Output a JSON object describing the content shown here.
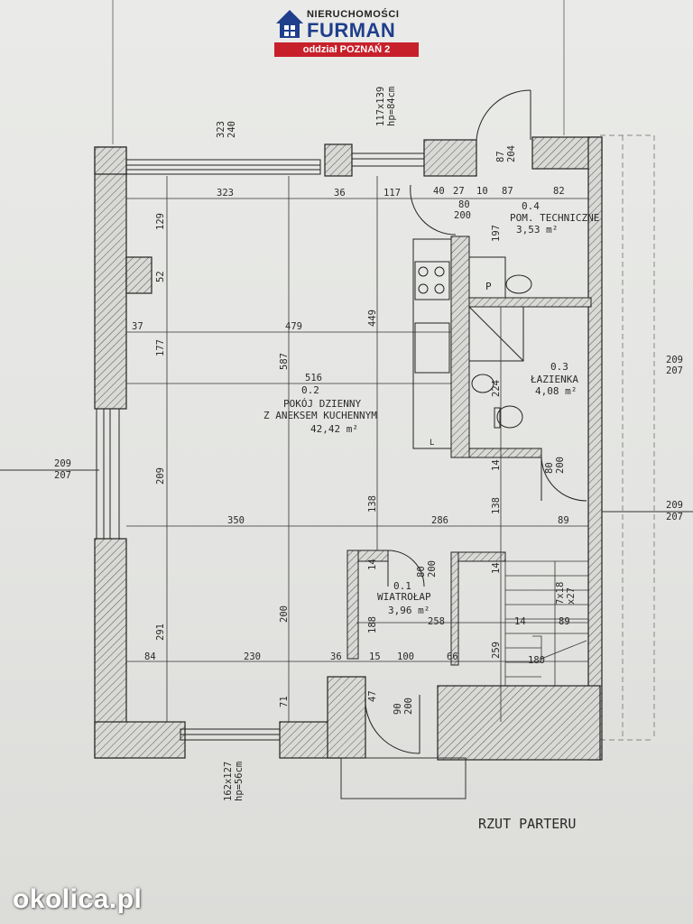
{
  "logo": {
    "top_line": "NIERUCHOMOŚCI",
    "brand": "FURMAN",
    "branch": "oddział POZNAŃ 2"
  },
  "watermark": "okolica.pl",
  "plan_title": "RZUT PARTERU",
  "rooms": [
    {
      "number": "0.2",
      "name1": "POKÓJ DZIENNY",
      "name2": "Z ANEKSEM KUCHENNYM",
      "area": "42,42 m²"
    },
    {
      "number": "0.3",
      "name1": "ŁAZIENKA",
      "area": "4,08 m²"
    },
    {
      "number": "0.4",
      "name1": "POM. TECHNICZNE",
      "area": "3,53 m²"
    },
    {
      "number": "0.1",
      "name1": "WIATROŁAP",
      "area": "3,96 m²"
    }
  ],
  "window_notes": {
    "top": [
      "117x139",
      "hp=84cm"
    ],
    "bottom": [
      "162x127",
      "hp=56cm"
    ],
    "top_left": [
      "323",
      "240"
    ]
  },
  "door_notes": {
    "top": [
      "87",
      "204"
    ],
    "tech": [
      "80",
      "200"
    ],
    "bath": [
      "80",
      "200"
    ],
    "hall_inner": [
      "80",
      "200"
    ],
    "entry": [
      "90",
      "200"
    ]
  },
  "dimensions": {
    "d323": "323",
    "d36a": "36",
    "d117": "117",
    "d40": "40",
    "d27": "27",
    "d10": "10",
    "d87": "87",
    "d82": "82",
    "d129": "129",
    "d52": "52",
    "d37": "37",
    "d479": "479",
    "d177": "177",
    "d449": "449",
    "d587": "587",
    "d516": "516",
    "d197": "197",
    "d224": "224",
    "d209": "209",
    "d138a": "138",
    "d138b": "138",
    "d350": "350",
    "d286": "286",
    "d89a": "89",
    "d14a": "14",
    "d14b": "14",
    "d14c": "14",
    "d14d": "14",
    "d188": "188",
    "d258": "258",
    "d89b": "89",
    "d291": "291",
    "d200": "200",
    "d84": "84",
    "d230": "230",
    "d36b": "36",
    "d15": "15",
    "d100": "100",
    "d66": "66",
    "d259": "259",
    "d180": "180",
    "d71": "71",
    "d47": "47",
    "stairs": "7x18",
    "stairs2": "x27",
    "side_l1": "209",
    "side_l2": "207",
    "side_r1": "209",
    "side_r2": "207",
    "side_r3": "209",
    "side_r4": "207"
  },
  "labels": {
    "p": "P",
    "l": "L"
  }
}
